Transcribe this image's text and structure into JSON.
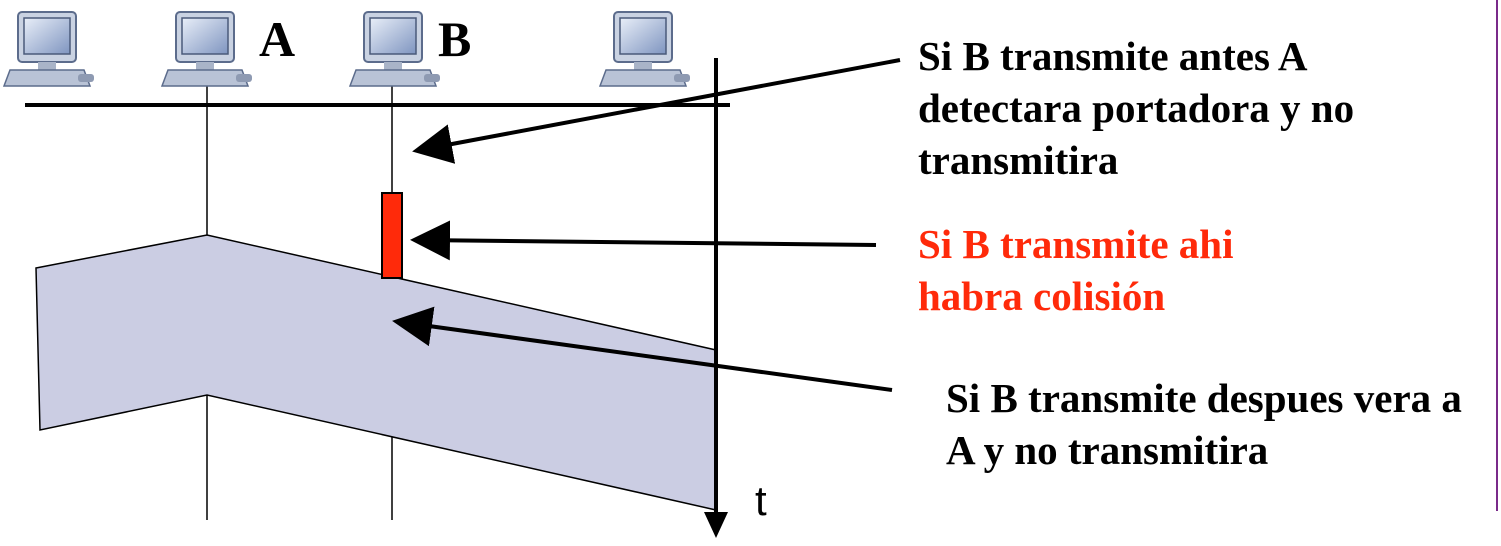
{
  "nodes": [
    {
      "icon": "computer-icon",
      "label": ""
    },
    {
      "icon": "computer-icon",
      "label": "A"
    },
    {
      "icon": "computer-icon",
      "label": "B"
    },
    {
      "icon": "computer-icon",
      "label": ""
    }
  ],
  "annotations": {
    "before": "Si B transmite antes A detectara portadora y no transmitira",
    "collision": "Si B transmite ahi habra colisión",
    "after": "Si B transmite despues vera a A y no transmitira"
  },
  "time_axis_label": "t",
  "colors": {
    "signal_fill": "#cbcde3",
    "collision_bar": "#ff2a0a",
    "collision_text": "#ff2a0a",
    "accent_rule": "#7a2a8a"
  }
}
